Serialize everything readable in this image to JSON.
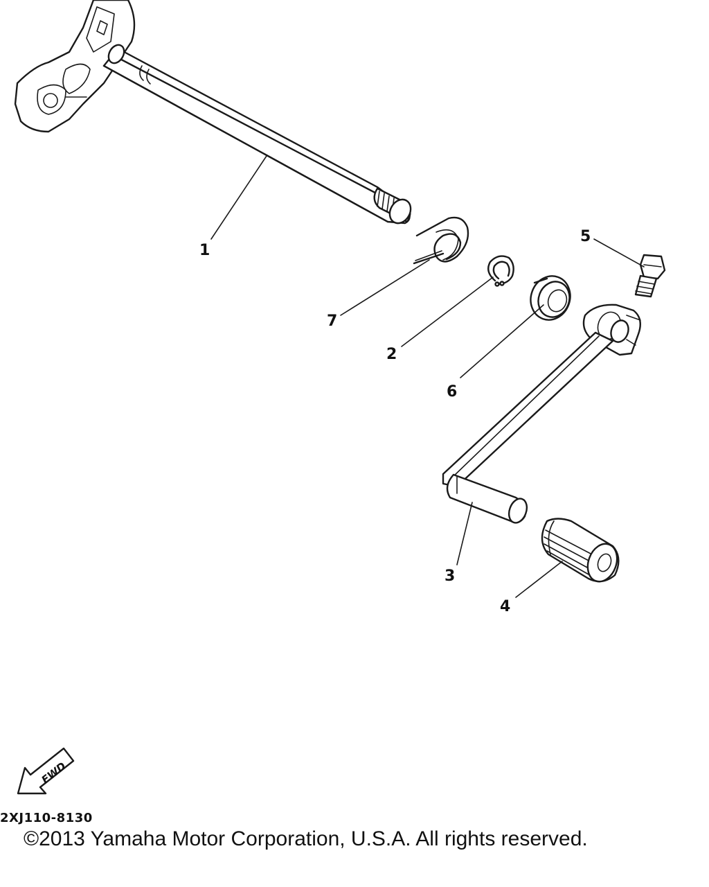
{
  "diagram": {
    "parts": [
      {
        "number": "1",
        "icon": "shift-shaft-icon"
      },
      {
        "number": "2",
        "icon": "circlip-icon"
      },
      {
        "number": "3",
        "icon": "shift-pedal-icon"
      },
      {
        "number": "4",
        "icon": "pedal-rubber-icon"
      },
      {
        "number": "5",
        "icon": "bolt-icon"
      },
      {
        "number": "6",
        "icon": "oil-seal-icon"
      },
      {
        "number": "7",
        "icon": "torsion-spring-icon"
      }
    ],
    "fwd_label": "FWD",
    "code": "2XJ110-8130",
    "copyright": "©2013 Yamaha Motor Corporation, U.S.A. All rights reserved."
  }
}
